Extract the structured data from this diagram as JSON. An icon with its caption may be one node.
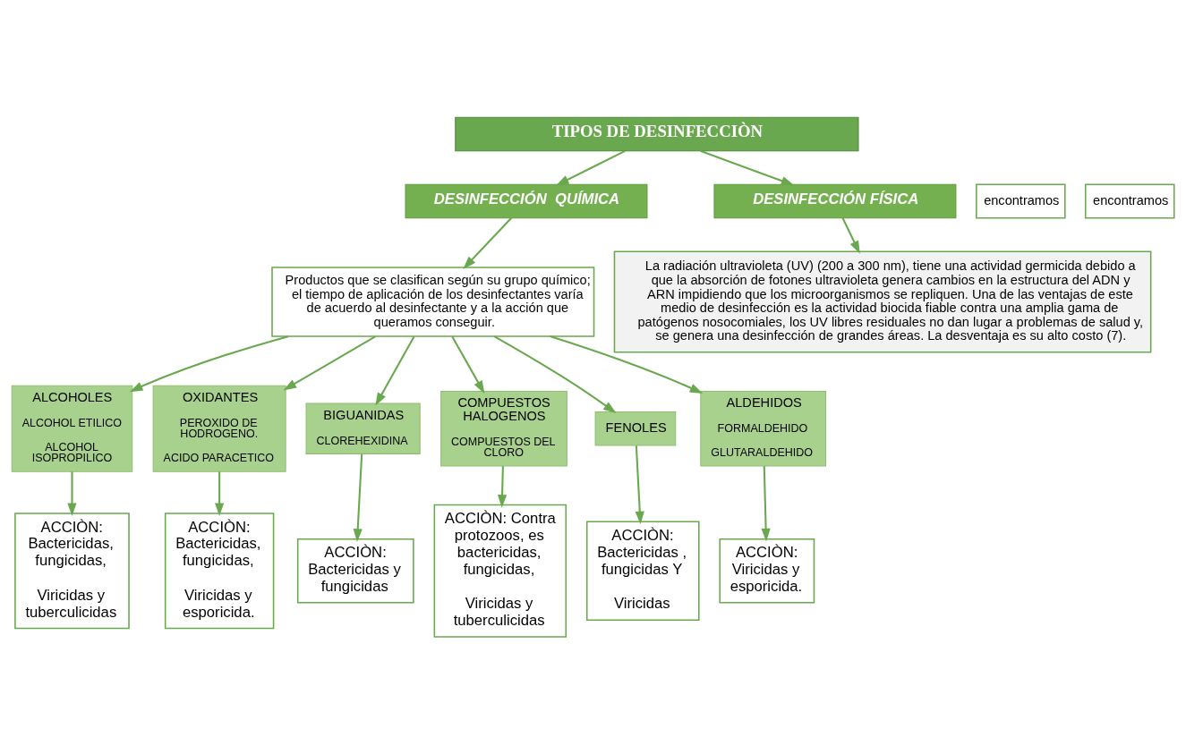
{
  "diagram": {
    "nodes": [
      {
        "text": [
          "TIPOS DE DESINFECCIÒN"
        ]
      },
      {
        "text": [
          "DESINFECCIÓN  QUÍMICA"
        ]
      },
      {
        "text": [
          "DESINFECCIÓN FÍSICA"
        ]
      },
      {
        "text": [
          "encontramos"
        ]
      },
      {
        "text": [
          "Productos que se clasifican según su grupo químico; el tiempo de aplicación de los desinfectantes varía de acuerdo al desinfectante y a la acción que queramos conseguir."
        ]
      },
      {
        "text": [
          "encontramos"
        ]
      },
      {
        "text": [
          "La radiación ultravioleta (UV) (200 a 300 nm), tiene una actividad germicida debido a que la absorción de fotones ultravioleta genera cambios en la estructura del ADN y ARN impidiendo que los microorganismos se repliquen. Una de las ventajas de este medio de desinfección es la actividad biocida fiable contra una amplia gama de patógenos nosocomiales, los UV libres residuales no dan lugar a problemas de salud y, se genera una desinfección de grandes áreas. La desventaja es su alto costo (7)."
        ]
      },
      {
        "text": [
          "ALCOHOLES",
          "ALCOHOL ETILICO",
          "ALCOHOL ISOPROPILICO"
        ]
      },
      {
        "text": [
          "OXIDANTES",
          "PEROXIDO DE HODROGENO.",
          "ACIDO PARACETICO"
        ]
      },
      {
        "text": [
          "BIGUANIDAS",
          "CLOREHEXIDINA"
        ]
      },
      {
        "text": [
          "COMPUESTOS HALOGENOS",
          "COMPUESTOS DEL CLORO"
        ]
      },
      {
        "text": [
          "FENOLES"
        ]
      },
      {
        "text": [
          "ALDEHIDOS",
          "FORMALDEHIDO",
          "GLUTARALDEHIDO"
        ]
      },
      {
        "text": [
          "ACCIÒN: Bactericidas, fungicidas,",
          "Viricidas y tuberculicidas"
        ]
      },
      {
        "text": [
          "ACCIÒN: Bactericidas, fungicidas,",
          "Viricidas y esporicida."
        ]
      },
      {
        "text": [
          "ACCIÒN: Bactericidas y fungicidas"
        ]
      },
      {
        "text": [
          "ACCIÒN: Contra protozoos, es bactericidas, fungicidas,",
          "Viricidas y tuberculicidas"
        ]
      },
      {
        "text": [
          "ACCIÒN: Bactericidas , fungicidas Y",
          "Viricidas"
        ]
      },
      {
        "text": [
          "ACCIÒN: Viricidas y esporicida."
        ]
      }
    ],
    "edges": [
      {
        "from": 0,
        "to": 1,
        "arrow": "to"
      },
      {
        "from": 0,
        "to": 2,
        "arrow": "to"
      },
      {
        "from": 1,
        "to": 4,
        "arrow": "to"
      },
      {
        "from": 2,
        "to": 6,
        "arrow": "to"
      },
      {
        "from": 4,
        "to": 7,
        "arrow": "to"
      },
      {
        "from": 4,
        "to": 8,
        "arrow": "to"
      },
      {
        "from": 4,
        "to": 9,
        "arrow": "to"
      },
      {
        "from": 4,
        "to": 10,
        "arrow": "to"
      },
      {
        "from": 4,
        "to": 11,
        "arrow": "to"
      },
      {
        "from": 4,
        "to": 12,
        "arrow": "to"
      },
      {
        "from": 7,
        "to": 13,
        "arrow": "to"
      },
      {
        "from": 8,
        "to": 14,
        "arrow": "to"
      },
      {
        "from": 9,
        "to": 15,
        "arrow": "to"
      },
      {
        "from": 10,
        "to": 16,
        "arrow": "to"
      },
      {
        "from": 11,
        "to": 17,
        "arrow": "to"
      },
      {
        "from": 12,
        "to": 18,
        "arrow": "to"
      }
    ]
  }
}
